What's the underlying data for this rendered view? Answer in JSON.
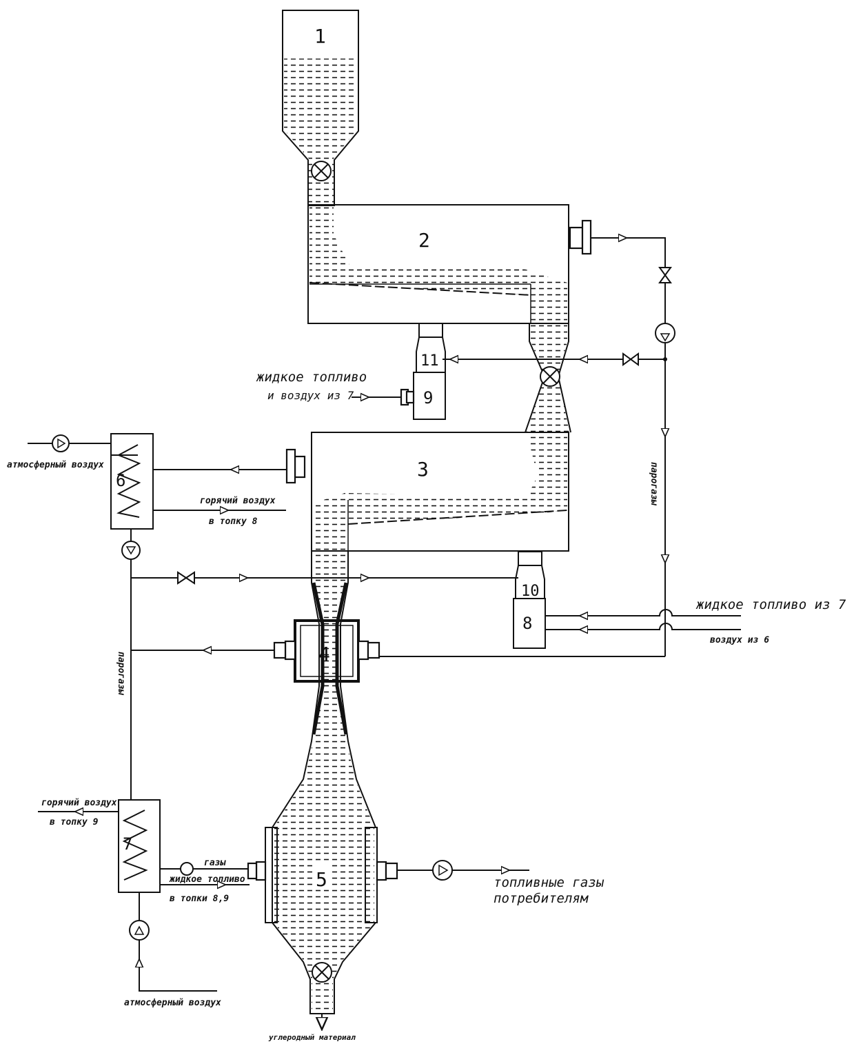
{
  "units": {
    "u1": "1",
    "u2": "2",
    "u3": "3",
    "u4": "4",
    "u5": "5",
    "u6": "6",
    "u7": "7",
    "u8": "8",
    "u9": "9",
    "u10": "10",
    "u11": "11"
  },
  "labels": {
    "liquid_fuel_air7_line1": "жидкое топливо",
    "liquid_fuel_air7_line2": "и воздух из 7",
    "atm_air_top": "атмосферный воздух",
    "hot_air_line1": "горячий воздух",
    "hot_air_line2": "в топку 8",
    "steam_gas_right": "парогазы",
    "steam_gas_left": "парогазы",
    "liquid_fuel_from7": "жидкое топливо   из 7",
    "air_from6": "воздух из 6",
    "hot_air9_line1": "горячий воздух",
    "hot_air9_line2": "в топку 9",
    "gases": "газы",
    "liquid_fuel_bottom": "жидкое топливо",
    "to_furnaces": "в топки 8,9",
    "fuel_gases_line1": "топливные газы",
    "fuel_gases_line2": "потребителям",
    "atm_air_bottom": "атмосферный воздух",
    "carbon_material": "углеродный материал"
  },
  "colors": {
    "ink": "#111111",
    "paper": "#ffffff"
  }
}
